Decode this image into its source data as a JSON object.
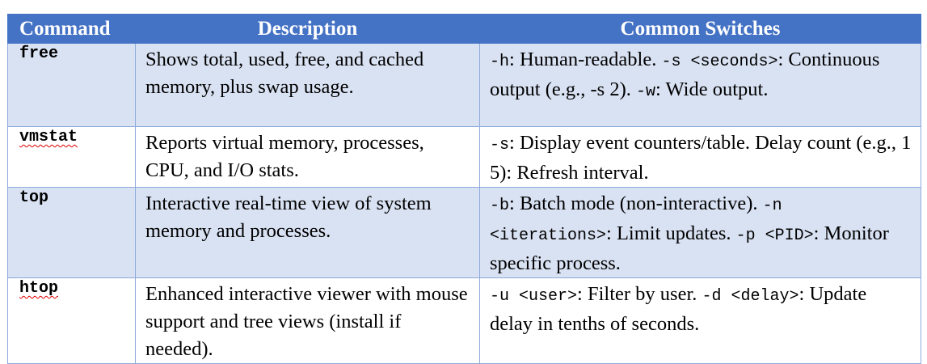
{
  "headers": [
    "Command",
    "Description",
    "Common Switches"
  ],
  "rows": [
    {
      "command": "free",
      "description": "Shows total, used, free, and cached memory, plus swap usage.",
      "switches": [
        [
          "m",
          "-h"
        ],
        [
          "t",
          ": Human-readable. "
        ],
        [
          "m",
          "-s <seconds>"
        ],
        [
          "t",
          ": Continuous output (e.g., -s 2). "
        ],
        [
          "m",
          "-w"
        ],
        [
          "t",
          ": Wide output."
        ]
      ]
    },
    {
      "command": "vmstat",
      "description": "Reports virtual memory, processes, CPU, and I/O stats.",
      "switches": [
        [
          "m",
          "-s"
        ],
        [
          "t",
          ": Display event counters/table. Delay count (e.g., 1 5): Refresh interval."
        ]
      ]
    },
    {
      "command": "top",
      "description": "Interactive real-time view of system memory and processes.",
      "switches": [
        [
          "m",
          "-b"
        ],
        [
          "t",
          ": Batch mode (non-interactive). "
        ],
        [
          "m",
          "-n <iterations>"
        ],
        [
          "t",
          ": Limit updates. "
        ],
        [
          "m",
          "-p <PID>"
        ],
        [
          "t",
          ": Monitor specific process."
        ]
      ]
    },
    {
      "command": "htop",
      "description": "Enhanced interactive viewer with mouse support and tree views (install if needed).",
      "switches": [
        [
          "m",
          "-u <user>"
        ],
        [
          "t",
          ": Filter by user. "
        ],
        [
          "m",
          "-d <delay>"
        ],
        [
          "t",
          ": Update delay in tenths of seconds."
        ]
      ]
    }
  ]
}
